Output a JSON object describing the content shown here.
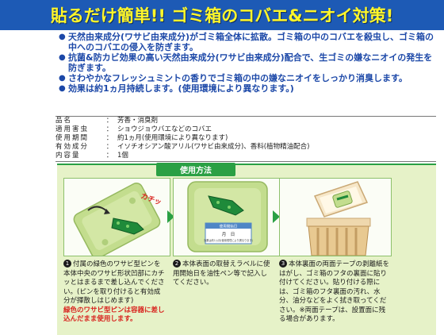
{
  "banner": {
    "title": "貼るだけ簡単!! ゴミ箱のコバエ&ニオイ対策!"
  },
  "bullets": [
    "天然由来成分(ワサビ由来成分)がゴミ箱全体に拡散。ゴミ箱の中のコバエを殺虫し、ゴミ箱の中へのコバエの侵入を防ぎます。",
    "抗菌&防カビ効果の高い天然由来成分(ワサビ由来成分)配合で、生ゴミの嫌なニオイの発生を防ぎます。",
    "さわやかなフレッシュミントの香りでゴミ箱の中の嫌なニオイをしっかり消臭します。",
    "効果は約1ヵ月持続します。(使用環境により異なります。)"
  ],
  "specs": [
    {
      "label": "品名",
      "value": "芳香・消臭剤"
    },
    {
      "label": "適用害虫",
      "value": "ショウジョウバエなどのコバエ"
    },
    {
      "label": "使用期間",
      "value": "約1ヵ月(使用環境により異なります)"
    },
    {
      "label": "有効成分",
      "value": "イソチオシアン酸アリル(ワサビ由来成分)、香料(植物精油配合)"
    },
    {
      "label": "内容量",
      "value": "1個"
    }
  ],
  "usage": {
    "title": "使用方法",
    "panel1_caption": "カチッ",
    "label_lines": [
      "使用開始日",
      "月　日",
      "効果は約1ヵ月(使用環境により異なります)"
    ],
    "step1_num": "1",
    "step1_text": "付属の緑色のワサビ型ピンを本体中央のワサビ形状凹部にカチッとはまるまで差し込んでください。(ピンを取り付けると有効成分が揮散しはじめます)",
    "step1_note": "緑色のワサビ型ピンは容器に差し込んだまま使用します。",
    "step2_num": "2",
    "step2_text": "本体表面の取替えラベルに使用開始日を油性ペン等で記入してください。",
    "step3_num": "3",
    "step3_text": "本体裏面の両面テープの剥離紙をはがし、ゴミ箱のフタの裏面に貼り付けてください。貼り付ける際には、ゴミ箱のフタ裏面の汚れ、水分、油分などをよく拭き取ってください。※両面テープは、設置面に残る場合があります。"
  },
  "colors": {
    "banner": "#1d5ab5",
    "title": "#fff62a",
    "bullet_text": "#1c48a8",
    "usage_bg": "#e6f2c8",
    "usage_green": "#2aa044",
    "device": "#c3dd8e",
    "pin": "#1f8a3a",
    "note_red": "#d8231e"
  },
  "icons": [
    "pin-icon",
    "arrow-icon",
    "device-icon",
    "trash-can-icon"
  ]
}
